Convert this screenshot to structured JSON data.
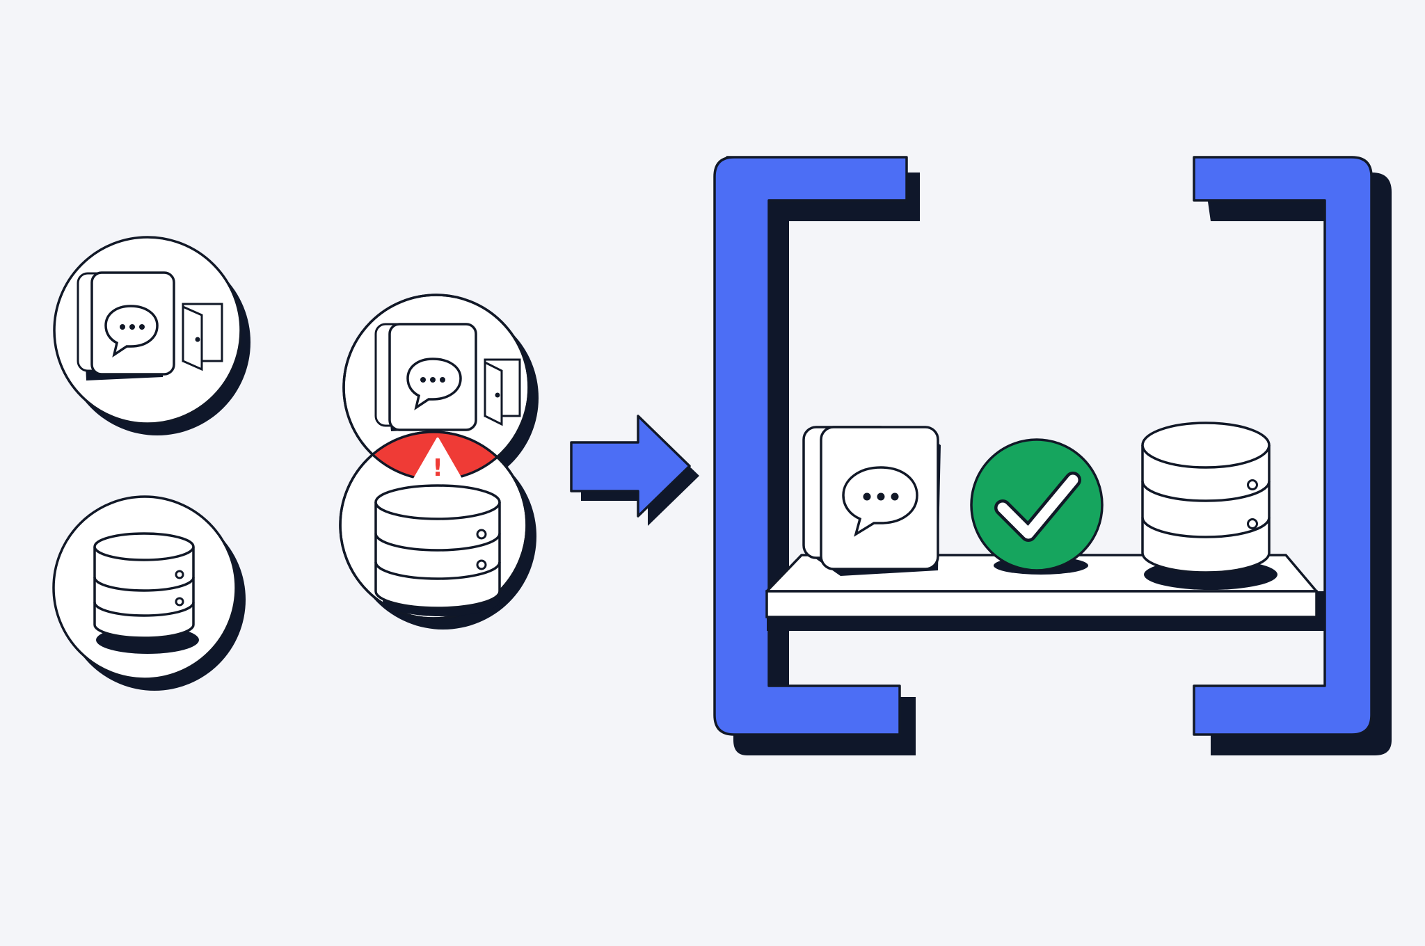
{
  "colors": {
    "background": "#f4f5f9",
    "outline": "#111827",
    "shadow": "#0f172a",
    "surface": "#ffffff",
    "bracket_blue": "#4c6ef5",
    "arrow_blue": "#4c6ef5",
    "conflict_red": "#ef3b36",
    "success_green": "#16a55e"
  },
  "icons": {
    "chat": "chat-bubble-icon",
    "door": "door-icon",
    "database": "database-icon",
    "warning": "warning-triangle-icon",
    "check": "checkmark-icon",
    "arrow": "right-arrow-icon",
    "bracket": "square-bracket-icon"
  },
  "warning_glyph": "!",
  "left_group": {
    "items": [
      "chat-with-door",
      "database"
    ]
  },
  "middle_group": {
    "items": [
      "chat-with-door",
      "conflict-warning",
      "database"
    ]
  },
  "right_group": {
    "items": [
      "chat-window",
      "success-check",
      "database"
    ]
  }
}
